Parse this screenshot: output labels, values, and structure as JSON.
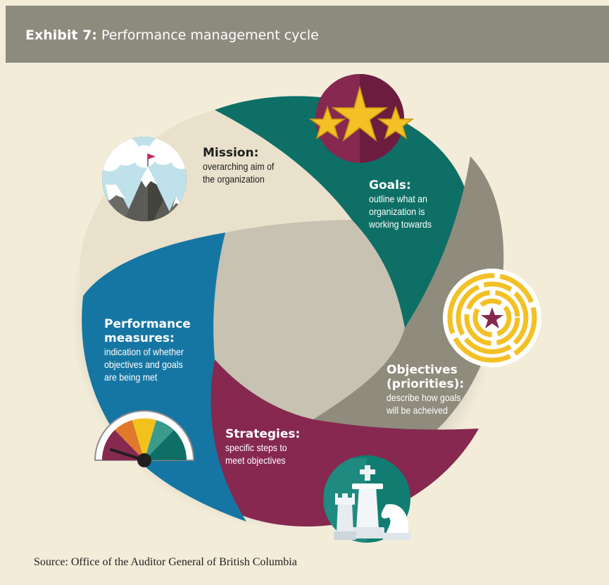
{
  "header": {
    "exhibit_label": "Exhibit 7:",
    "title": "Performance management cycle"
  },
  "segments": [
    {
      "key": "mission",
      "title": "Mission:",
      "desc_lines": [
        "overarching aim of",
        "the organization"
      ],
      "color": "#e9e1cb",
      "icon": "mountain-flag-icon"
    },
    {
      "key": "goals",
      "title": "Goals:",
      "desc_lines": [
        "outline what an",
        "organization is",
        "working towards"
      ],
      "color": "#0e6f66",
      "icon": "stars-icon"
    },
    {
      "key": "objectives",
      "title_lines": [
        "Objectives",
        "(priorities):"
      ],
      "desc_lines": [
        "describe how goals",
        "will be acheived"
      ],
      "color": "#8f8b7d",
      "icon": "maze-icon"
    },
    {
      "key": "strategies",
      "title": "Strategies:",
      "desc_lines": [
        "specific steps to",
        "meet objectives"
      ],
      "color": "#86284f",
      "icon": "chess-icon"
    },
    {
      "key": "measures",
      "title_lines": [
        "Performance",
        "measures:"
      ],
      "desc_lines": [
        "indication of whether",
        "objectives and goals",
        "are being met"
      ],
      "color": "#1676a3",
      "icon": "gauge-icon"
    }
  ],
  "source": "Source: Office of the Auditor General of British Columbia"
}
